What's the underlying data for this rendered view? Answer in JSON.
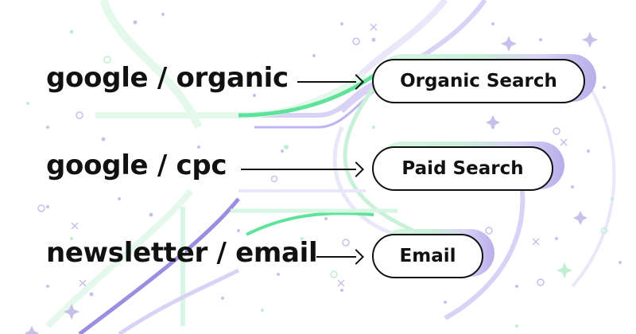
{
  "diagram": {
    "rows": [
      {
        "source": "google / organic",
        "channel": "Organic Search"
      },
      {
        "source": "google / cpc",
        "channel": "Paid Search"
      },
      {
        "source": "newsletter / email",
        "channel": "Email"
      }
    ]
  },
  "colors": {
    "text": "#111111",
    "green": "#5fe39a",
    "green_light": "#d7f6e3",
    "purple": "#9b8ee0",
    "purple_light": "#d9d2f6",
    "background": "#ffffff"
  }
}
